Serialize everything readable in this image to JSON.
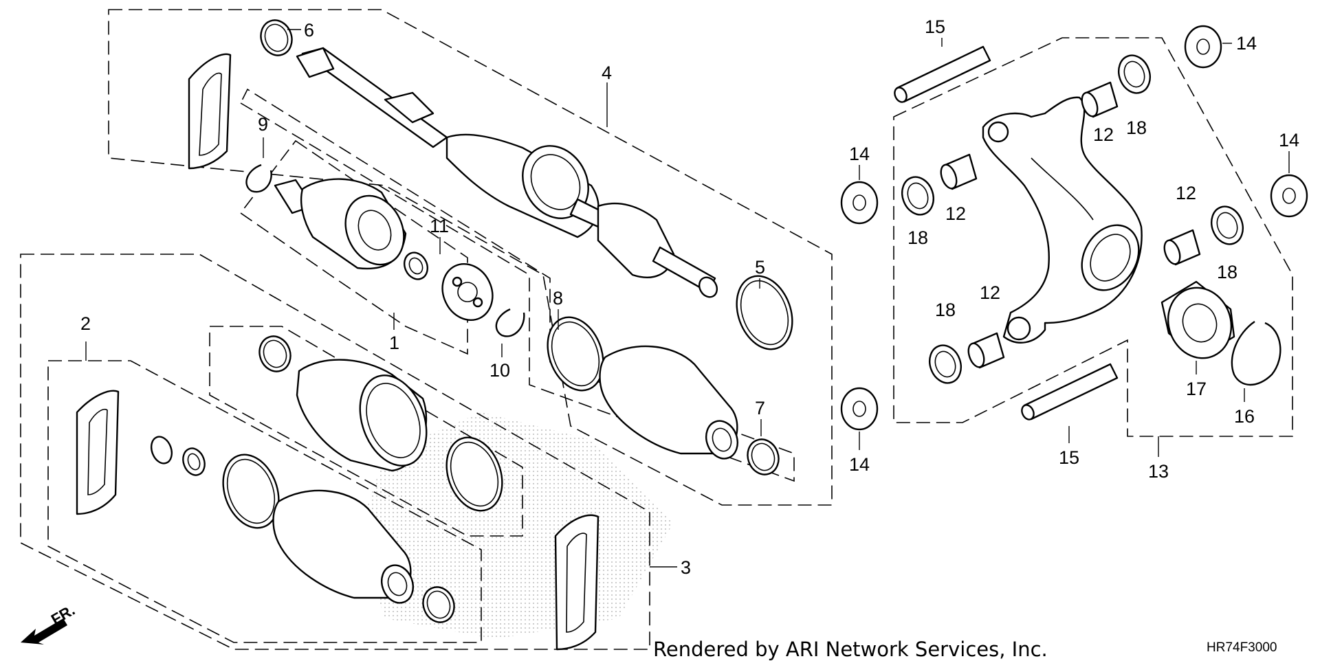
{
  "callouts": [
    "1",
    "2",
    "3",
    "4",
    "5",
    "6",
    "7",
    "8",
    "9",
    "10",
    "11",
    "12",
    "13",
    "14",
    "15",
    "16",
    "17",
    "18"
  ],
  "credit": "Rendered by ARI Network Services, Inc.",
  "diagram_code": "HR74F3000",
  "direction_label": "FR."
}
